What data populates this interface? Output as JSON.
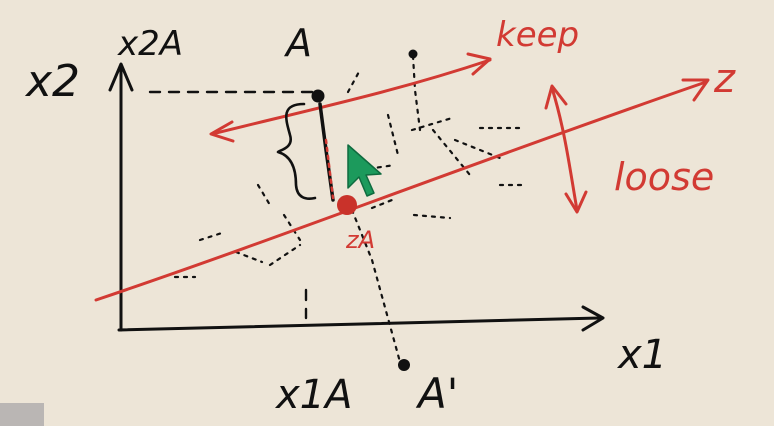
{
  "labels": {
    "x2_axis": "x2",
    "x2_superscript_A": "x2A",
    "point_A": "A",
    "keep": "keep",
    "z_axis": "z",
    "loose": "loose",
    "zA": "zA",
    "x1_axis": "x1",
    "x1_superscript_A": "x1A",
    "point_A_prime": "A'"
  },
  "colors": {
    "background": "#ede5d7",
    "ink": "#111111",
    "red_ink": "#d23a33",
    "cursor": "#1c9a5c"
  },
  "icons": {
    "cursor": "mouse-pointer-icon"
  }
}
